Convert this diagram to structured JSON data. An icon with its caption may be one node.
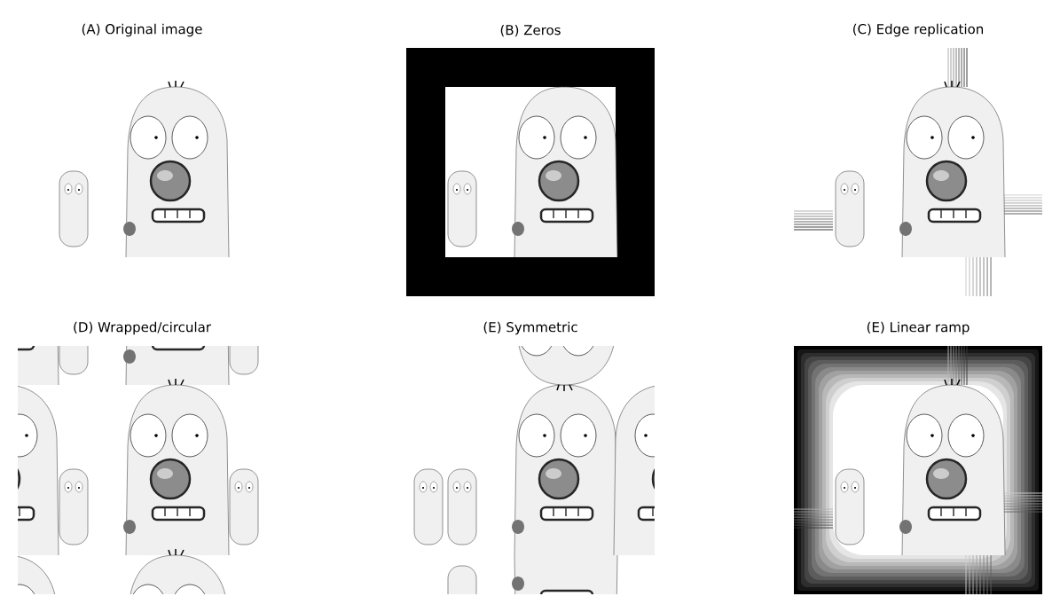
{
  "diagram": {
    "nodes": [
      {
        "text": [
          "(A) Original image"
        ]
      },
      {
        "text": [
          "(B) Zeros"
        ]
      },
      {
        "text": [
          "(C) Edge replication"
        ]
      },
      {
        "text": [
          "(D) Wrapped/circular"
        ]
      },
      {
        "text": [
          "(E) Symmetric"
        ]
      },
      {
        "text": [
          "(E) Linear ramp"
        ]
      }
    ]
  }
}
